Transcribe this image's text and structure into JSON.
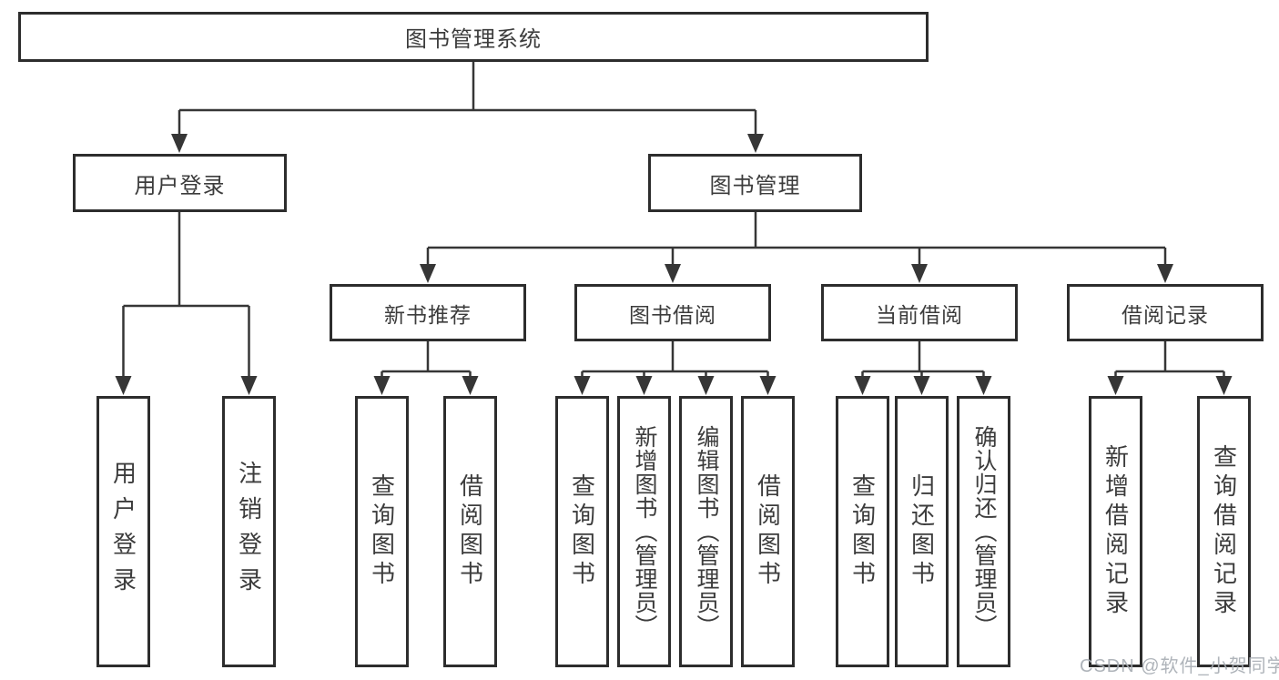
{
  "tree": {
    "label": "图书管理系统",
    "children": [
      {
        "label": "用户登录",
        "children": [
          {
            "label": "用户登录"
          },
          {
            "label": "注销登录"
          }
        ]
      },
      {
        "label": "图书管理",
        "children": [
          {
            "label": "新书推荐",
            "children": [
              {
                "label": "查询图书"
              },
              {
                "label": "借阅图书"
              }
            ]
          },
          {
            "label": "图书借阅",
            "children": [
              {
                "label": "查询图书"
              },
              {
                "label": "新增图书（管理员）"
              },
              {
                "label": "编辑图书（管理员）"
              },
              {
                "label": "借阅图书"
              }
            ]
          },
          {
            "label": "当前借阅",
            "children": [
              {
                "label": "查询图书"
              },
              {
                "label": "归还图书"
              },
              {
                "label": "确认归还（管理员）"
              }
            ]
          },
          {
            "label": "借阅记录",
            "children": [
              {
                "label": "新增借阅记录"
              },
              {
                "label": "查询借阅记录"
              }
            ]
          }
        ]
      }
    ]
  },
  "watermark": {
    "text": "CSDN @软件_小贺同学"
  },
  "colors": {
    "line": "#363636",
    "box_border": "#2d2d2d",
    "text": "#3c3c3c",
    "watermark": "#a8aeb4",
    "background": "#ffffff"
  }
}
